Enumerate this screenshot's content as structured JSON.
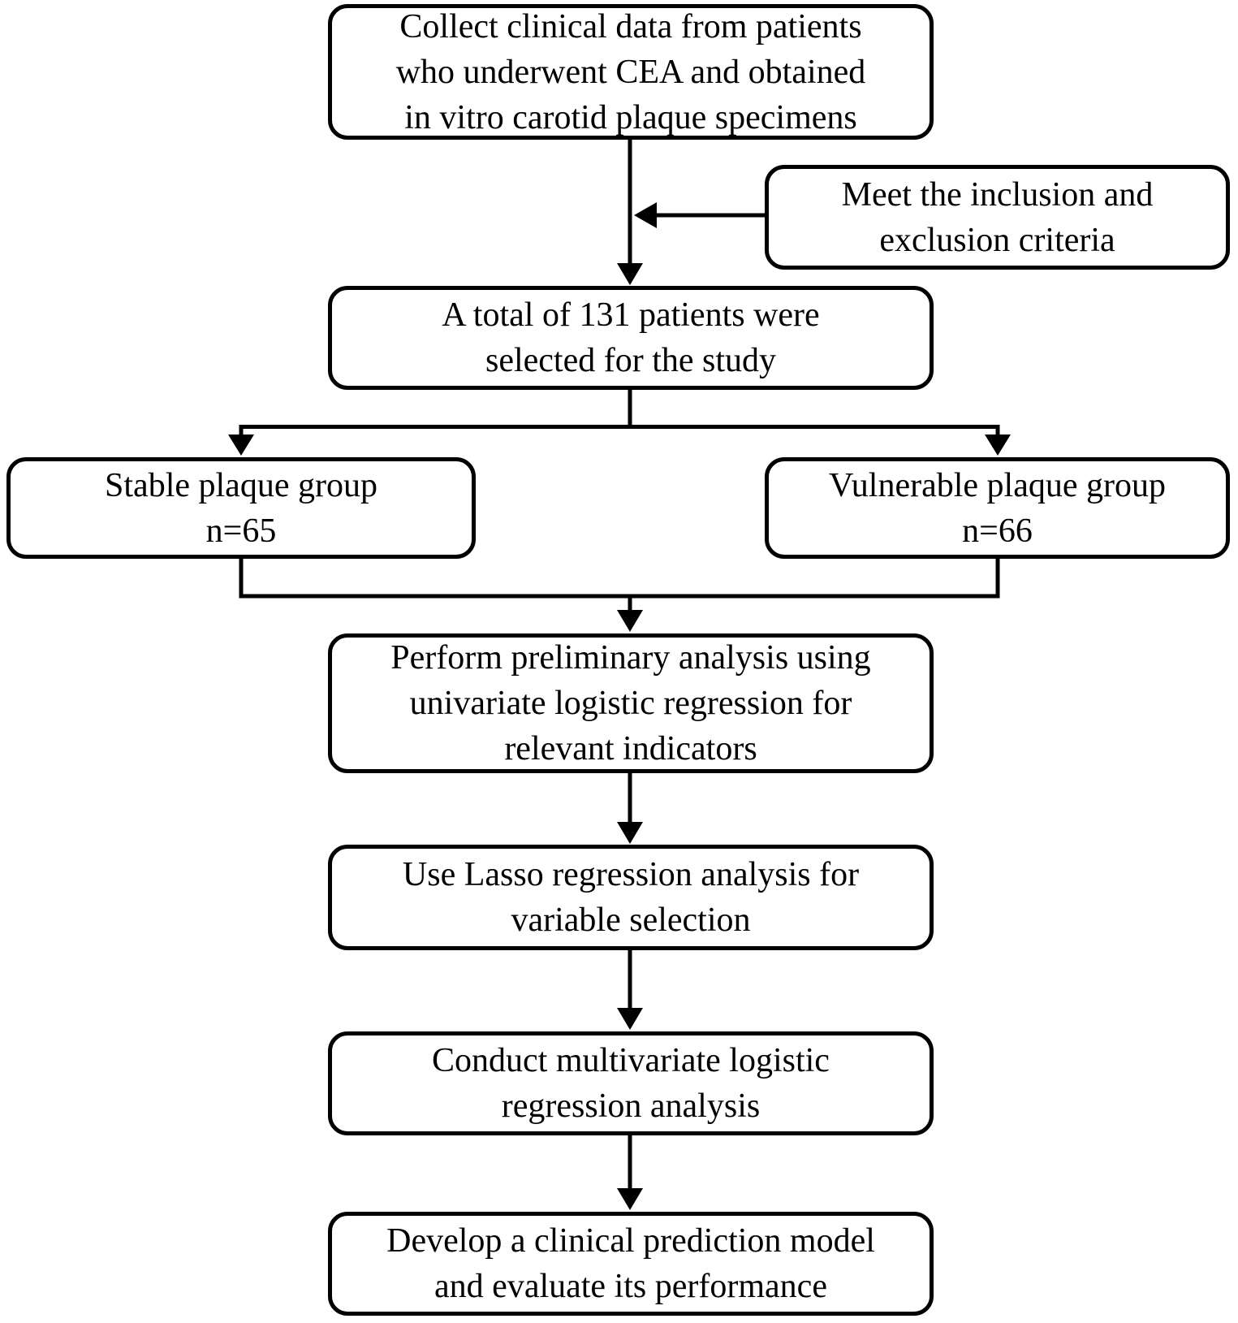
{
  "colors": {
    "background": "#ffffff",
    "line": "#000000",
    "text": "#000000"
  },
  "flowchart": {
    "boxes": {
      "collect": {
        "lines": [
          "Collect clinical data from patients",
          "who underwent CEA and obtained",
          "in vitro carotid plaque specimens"
        ]
      },
      "criteria": {
        "lines": [
          "Meet the inclusion and",
          "exclusion criteria"
        ]
      },
      "selected": {
        "lines": [
          "A total of 131 patients were",
          "selected for the study"
        ]
      },
      "stable": {
        "lines": [
          "Stable plaque group",
          "n=65"
        ]
      },
      "vulnerable": {
        "lines": [
          "Vulnerable plaque group",
          "n=66"
        ]
      },
      "univariate": {
        "lines": [
          "Perform preliminary analysis using",
          "univariate logistic regression for",
          "relevant indicators"
        ]
      },
      "lasso": {
        "lines": [
          "Use Lasso regression analysis for",
          "variable selection"
        ]
      },
      "multivariate": {
        "lines": [
          "Conduct multivariate logistic",
          "regression analysis"
        ]
      },
      "develop": {
        "lines": [
          "Develop a clinical prediction model",
          "and evaluate its performance"
        ]
      }
    }
  }
}
